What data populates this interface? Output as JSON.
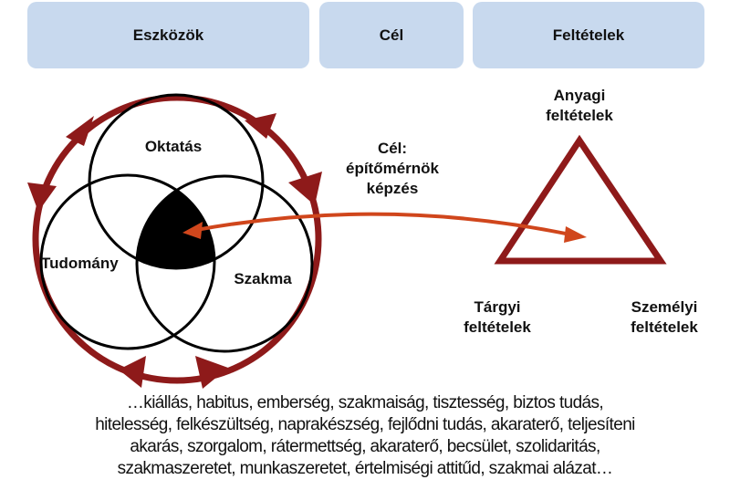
{
  "headers": {
    "tools": "Eszközök",
    "goal": "Cél",
    "conditions": "Feltételek"
  },
  "venn": {
    "top": "Oktatás",
    "left": "Tudomány",
    "right": "Szakma"
  },
  "goal_label": {
    "line1": "Cél:",
    "line2": "építőmérnök",
    "line3": "képzés"
  },
  "triangle": {
    "top": {
      "line1": "Anyagi",
      "line2": "feltételek"
    },
    "left": {
      "line1": "Tárgyi",
      "line2": "feltételek"
    },
    "right": {
      "line1": "Személyi",
      "line2": "feltételek"
    }
  },
  "bottom_text": {
    "line1": "…kiállás, habitus, emberség, szakmaiság, tisztesség, biztos tudás,",
    "line2": "hitelesség, felkészültség, naprakészség, fejlődni tudás, akaraterő, teljesíteni",
    "line3": "akarás, szorgalom, rátermettség, akaraterő, becsület, szolidaritás,",
    "line4": "szakmaszeretet, munkaszeretet, értelmiségi attitűd, szakmai alázat…"
  },
  "colors": {
    "ring": "#8e1a1a",
    "arrow": "#d0461c",
    "header": "#c8d9ee"
  }
}
